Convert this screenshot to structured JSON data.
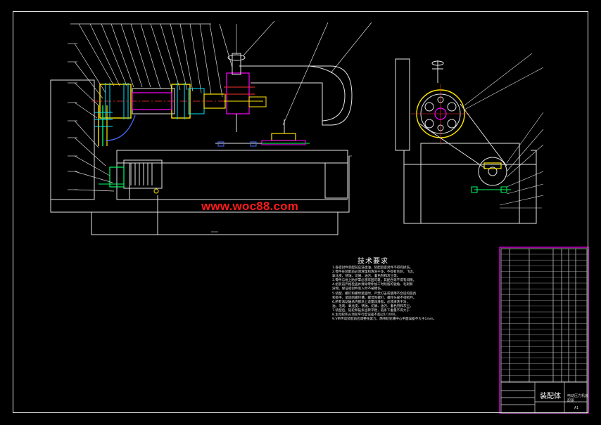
{
  "watermark": "www.woc88.com",
  "technical_requirements": {
    "title": "技术要求",
    "notes": [
      "1.各密封件装配前应浸透油，装配后密封件不得有损伤。",
      "2.零件在装配前必须清理和清洗干净，不得有毛刺、飞边、",
      "氧化皮、锈蚀、切屑、油污、着色剂和灰尘等。",
      "3.零件与地上防护罩必须牢固可靠，其配合等不得有间隙。",
      "4.组装前严格检查并清除零件加工时残留的锐角、毛刺和",
      "异物。保证密封件装入时不被擦伤。",
      "5.装配、螺钉和螺母紧固时，严禁打击或使用不合适的旋具",
      "和扳手，紧固后螺钉槽、螺母和螺钉、螺栓头部不得损坏。",
      "6.所有滚动轴承内部涂上适量润滑脂，必须清洗干净，",
      "油，毛刺、氧化皮、锈蚀、切屑、油污、着色剂和灰尘。",
      "7.装配后，链轮和链条运转平稳，链条下垂量不得大于",
      "8.主动轮和从动轮平行度误差不超过1/1000。",
      "9.V带传动装配前应调整张紧力，两带轮轮槽中心平面误差不大于1mm。"
    ]
  },
  "title_block": {
    "title": "装配体",
    "drawing": "电动压力机装配图",
    "code": "A1"
  }
}
